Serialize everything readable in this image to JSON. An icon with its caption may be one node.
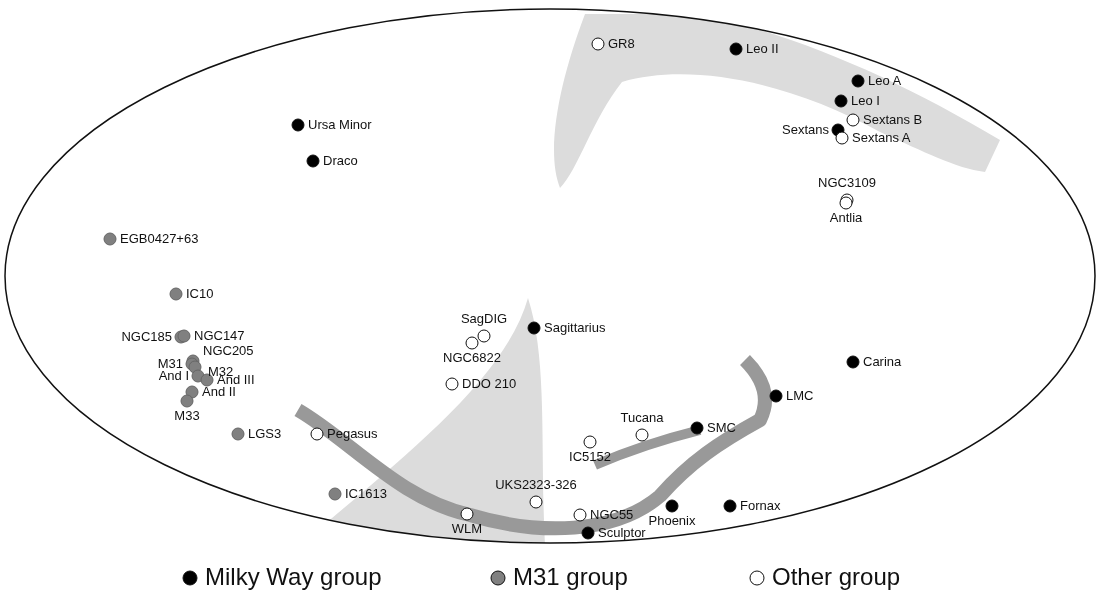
{
  "diagram": {
    "labels": [
      "GR8",
      "Leo II",
      "Leo A",
      "Leo I",
      "Sextans B",
      "Ursa Minor",
      "Sextans",
      "Sextans A",
      "Draco",
      "NGC3109",
      "Antlia",
      "EGB0427+63",
      "IC10",
      "SagDIG",
      "Sagittarius",
      "NGC185",
      "NGC147",
      "NGC6822",
      "NGC205",
      "M31",
      "M32",
      "Carina",
      "And I",
      "And III",
      "DDO 210",
      "LMC",
      "And II",
      "M33",
      "Tucana",
      "SMC",
      "Pegasus",
      "LGS3",
      "IC5152",
      "UKS2323-326",
      "IC1613",
      "Phoenix",
      "Fornax",
      "NGC55",
      "WLM",
      "Sculptor"
    ],
    "legend": [
      {
        "text": "Milky Way group",
        "color": "#000000"
      },
      {
        "text": "M31 group",
        "color": "#808080"
      },
      {
        "text": "Other group",
        "color": "#ffffff"
      }
    ]
  }
}
